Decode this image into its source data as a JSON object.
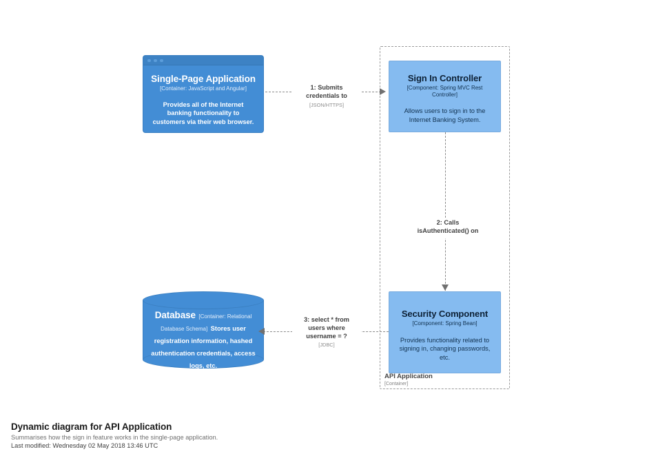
{
  "diagram": {
    "title": "Dynamic diagram for API Application",
    "subtitle": "Summarises how the sign in feature works in the single-page application.",
    "last_modified": "Last modified: Wednesday 02 May 2018 13:46 UTC",
    "colors": {
      "container_blue": "#438DD5",
      "component_blue": "#85BBF0",
      "line_grey": "#8A8A8A",
      "boundary_grey": "#9A9A9A"
    }
  },
  "boundary": {
    "name": "API Application",
    "type": "[Container]"
  },
  "elements": {
    "single_page_application": {
      "title": "Single-Page Application",
      "type": "[Container: JavaScript and Angular]",
      "description": "Provides all of the Internet banking functionality to customers via their web browser."
    },
    "database": {
      "title": "Database",
      "type": "[Container: Relational Database Schema]",
      "description": "Stores user registration information, hashed authentication credentials, access logs, etc."
    },
    "sign_in_controller": {
      "title": "Sign In Controller",
      "type": "[Component: Spring MVC Rest Controller]",
      "description": "Allows users to sign in to the Internet Banking System."
    },
    "security_component": {
      "title": "Security Component",
      "type": "[Component: Spring Bean]",
      "description": "Provides functionality related to signing in, changing passwords, etc."
    }
  },
  "relationships": [
    {
      "id": "rel-1",
      "description": "1: Submits credentials to",
      "technology": "[JSON/HTTPS]"
    },
    {
      "id": "rel-2",
      "description": "2: Calls isAuthenticated() on",
      "technology": ""
    },
    {
      "id": "rel-3",
      "description": "3: select * from users where username = ?",
      "technology": "[JDBC]"
    }
  ]
}
